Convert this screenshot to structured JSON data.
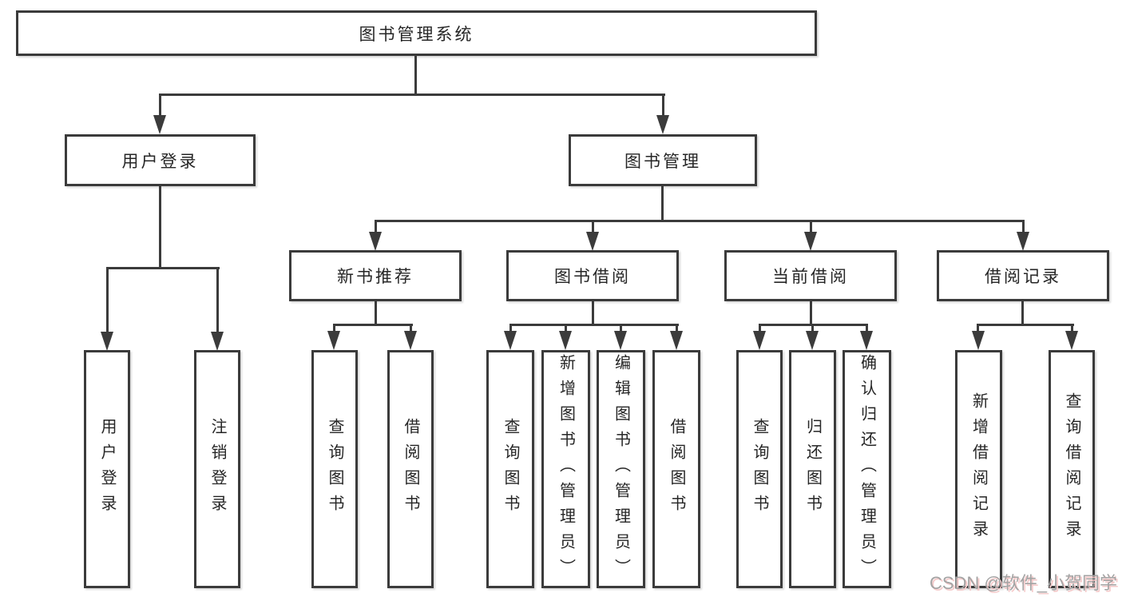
{
  "diagram_title": "图书管理系统",
  "tree": {
    "root": {
      "label": "图书管理系统",
      "children": [
        {
          "label": "用户登录",
          "children": [
            {
              "label": "用户登录"
            },
            {
              "label": "注销登录"
            }
          ]
        },
        {
          "label": "图书管理",
          "children": [
            {
              "label": "新书推荐",
              "children": [
                {
                  "label": "查询图书"
                },
                {
                  "label": "借阅图书"
                }
              ]
            },
            {
              "label": "图书借阅",
              "children": [
                {
                  "label": "查询图书"
                },
                {
                  "label": "新增图书（管理员）"
                },
                {
                  "label": "编辑图书（管理员）"
                },
                {
                  "label": "借阅图书"
                }
              ]
            },
            {
              "label": "当前借阅",
              "children": [
                {
                  "label": "查询图书"
                },
                {
                  "label": "归还图书"
                },
                {
                  "label": "确认归还（管理员）"
                }
              ]
            },
            {
              "label": "借阅记录",
              "children": [
                {
                  "label": "新增借阅记录"
                },
                {
                  "label": "查询借阅记录"
                }
              ]
            }
          ]
        }
      ]
    }
  },
  "watermark": {
    "text": "CSDN @软件_小贺同学"
  },
  "colors": {
    "line": "#3b3b3b",
    "text": "#262626",
    "background": "#ffffff",
    "watermark": "#a3a3a3",
    "watermark_accent": "#f5caca"
  }
}
